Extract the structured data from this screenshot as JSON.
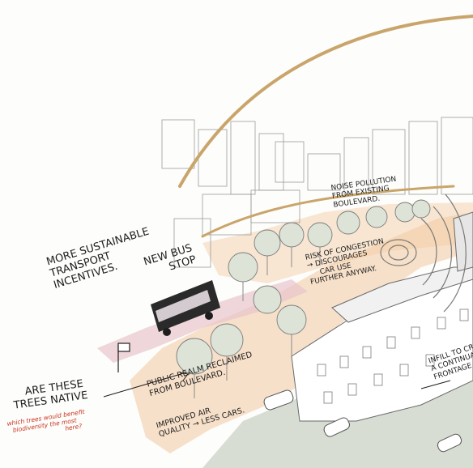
{
  "annotations": {
    "noise_pollution": [
      "Noise pollution",
      "from existing",
      "boulevard."
    ],
    "sustainable_transport": [
      "More sustainable",
      "transport",
      "incentives."
    ],
    "new_bus_stop": [
      "New bus",
      "stop"
    ],
    "congestion": [
      "Risk of congestion",
      "→ discourages",
      "car use",
      "further anyway."
    ],
    "trees_native": [
      "Are these",
      "trees native"
    ],
    "biodiversity_question": [
      "which trees would benefit",
      "biodiversity the most",
      "here?"
    ],
    "public_realm": [
      "Public realm reclaimed",
      "from boulevard."
    ],
    "air_quality": [
      "Improved air",
      "quality → less cars."
    ],
    "infill": [
      "Infill to cr",
      "a continua",
      "frontage"
    ]
  },
  "colors": {
    "arc": "#c9a56b",
    "peach_zone": "#f2c9a0",
    "pink_zone": "#e8c4cc",
    "green_ground": "#c9d2c4",
    "ink": "#1e1e1e",
    "red_note": "#c8321e"
  }
}
